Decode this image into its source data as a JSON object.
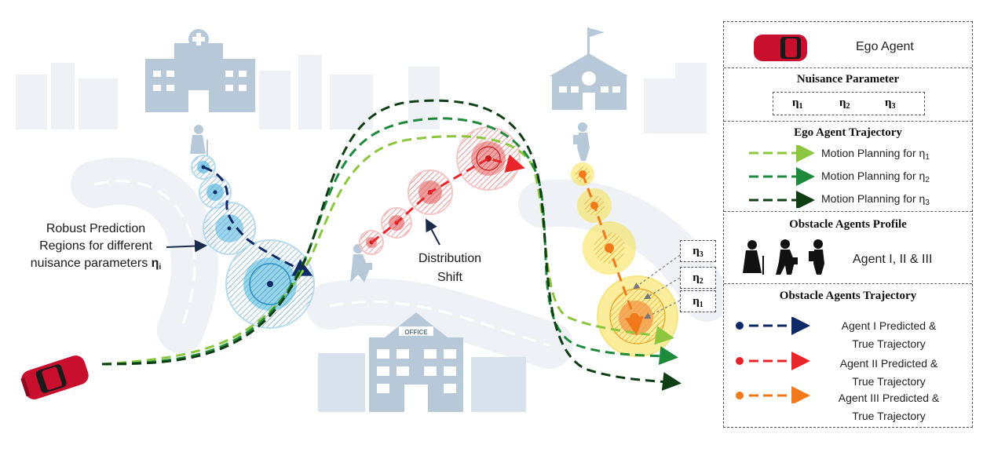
{
  "scene": {
    "robust_label_line1": "Robust Prediction",
    "robust_label_line2": "Regions for different",
    "robust_label_line3": "nuisance parameters",
    "robust_label_eta": "η",
    "robust_label_eta_sub": "i",
    "shift_label_line1": "Distribution",
    "shift_label_line2": "Shift",
    "office_sign": "OFFICE",
    "eta_boxes": [
      {
        "eta": "η",
        "sub": "3"
      },
      {
        "eta": "η",
        "sub": "2"
      },
      {
        "eta": "η",
        "sub": "1"
      }
    ]
  },
  "legend": {
    "ego_agent": "Ego Agent",
    "nuisance_title": "Nuisance Parameter",
    "nuisance_params": [
      {
        "eta": "η",
        "sub": "1"
      },
      {
        "eta": "η",
        "sub": "2"
      },
      {
        "eta": "η",
        "sub": "3"
      }
    ],
    "ego_traj_title": "Ego Agent Trajectory",
    "ego_traj_items": [
      {
        "label": "Motion Planning for η",
        "sub": "1",
        "color": "#8cc63f"
      },
      {
        "label": "Motion Planning for η",
        "sub": "2",
        "color": "#1e8a3c"
      },
      {
        "label": "Motion Planning for η",
        "sub": "3",
        "color": "#0f3d14"
      }
    ],
    "profile_title": "Obstacle Agents Profile",
    "profile_label": "Agent I, II & III",
    "obs_traj_title": "Obstacle Agents Trajectory",
    "obs_traj_items": [
      {
        "line1": "Agent I Predicted &",
        "line2": "True Trajectory",
        "color": "#0d2a66"
      },
      {
        "line1": "Agent II Predicted &",
        "line2": "True Trajectory",
        "color": "#e8252a"
      },
      {
        "line1": "Agent III Predicted &",
        "line2": "True Trajectory",
        "color": "#f07a1a"
      }
    ]
  }
}
